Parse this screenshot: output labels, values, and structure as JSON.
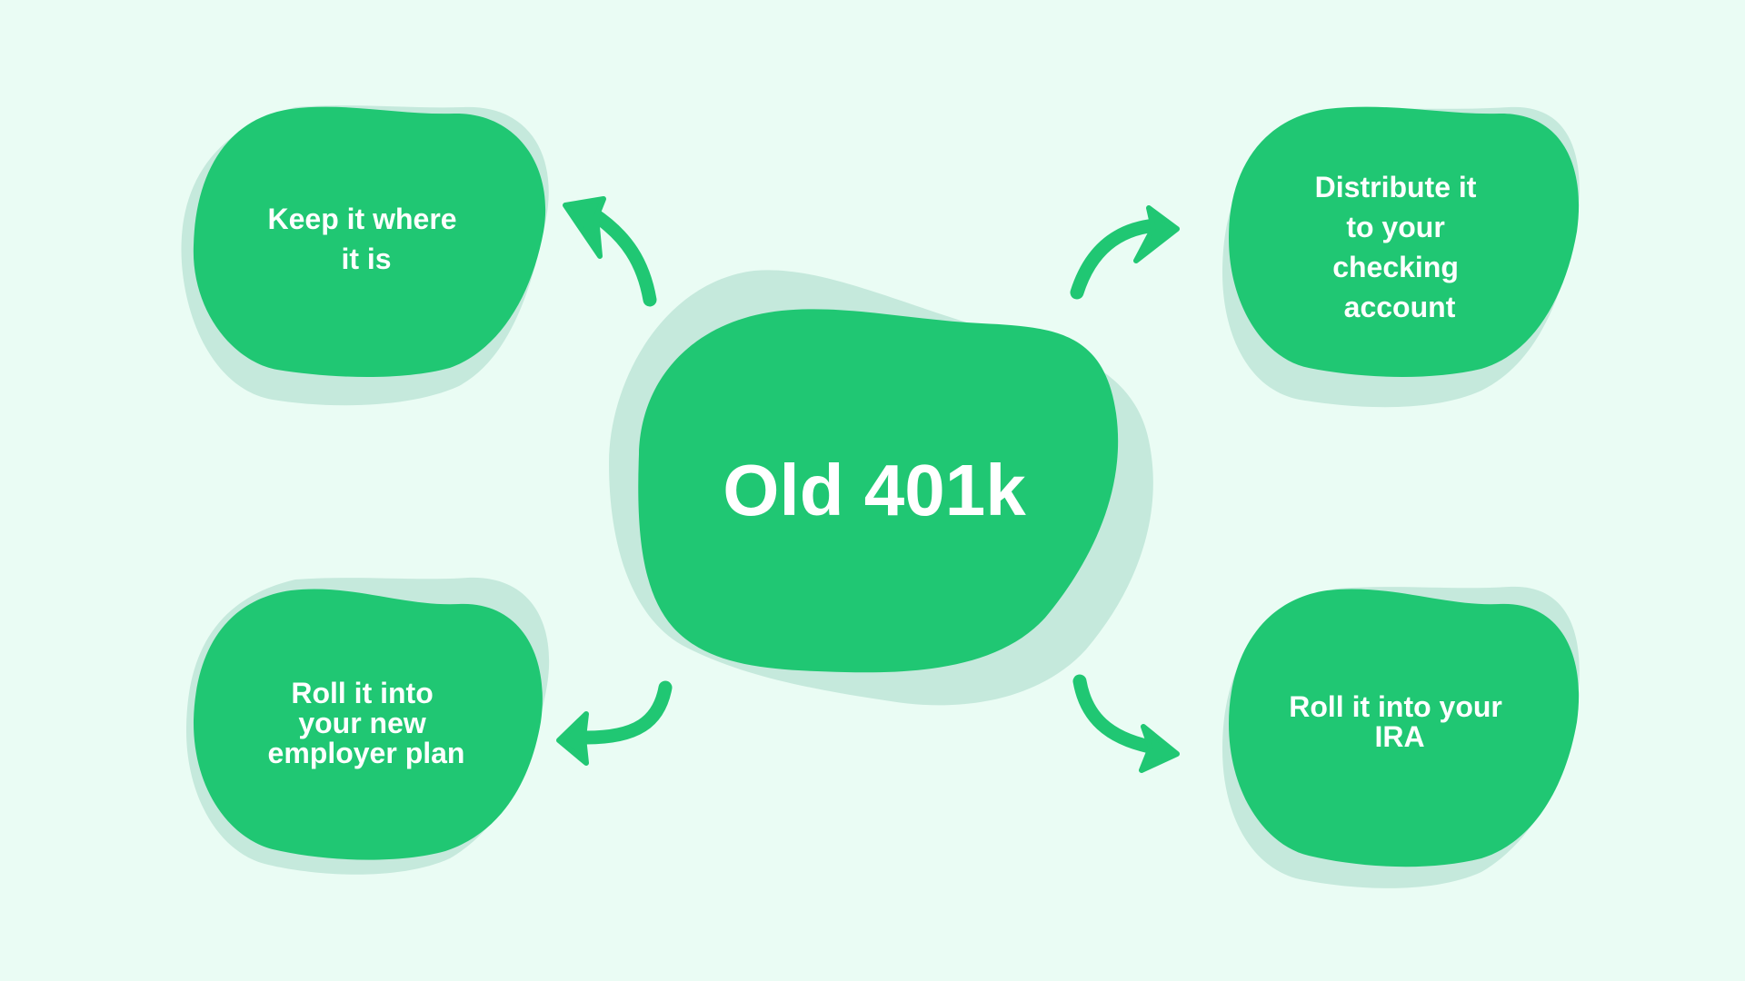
{
  "diagram": {
    "center": {
      "label": "Old 401k"
    },
    "options": [
      {
        "id": "keep",
        "lines": [
          "Keep it where",
          "it is"
        ]
      },
      {
        "id": "distribute",
        "lines": [
          "Distribute it",
          "to your",
          "checking",
          "account"
        ]
      },
      {
        "id": "employer",
        "lines": [
          "Roll it into",
          "your new",
          "employer plan"
        ]
      },
      {
        "id": "ira",
        "lines": [
          "Roll it into your",
          "IRA"
        ]
      }
    ],
    "colors": {
      "background": "#eafcf4",
      "blob": "#20c773",
      "blob_shadow": "#c5e9dc",
      "arrow": "#20c773",
      "text": "#ffffff"
    }
  }
}
